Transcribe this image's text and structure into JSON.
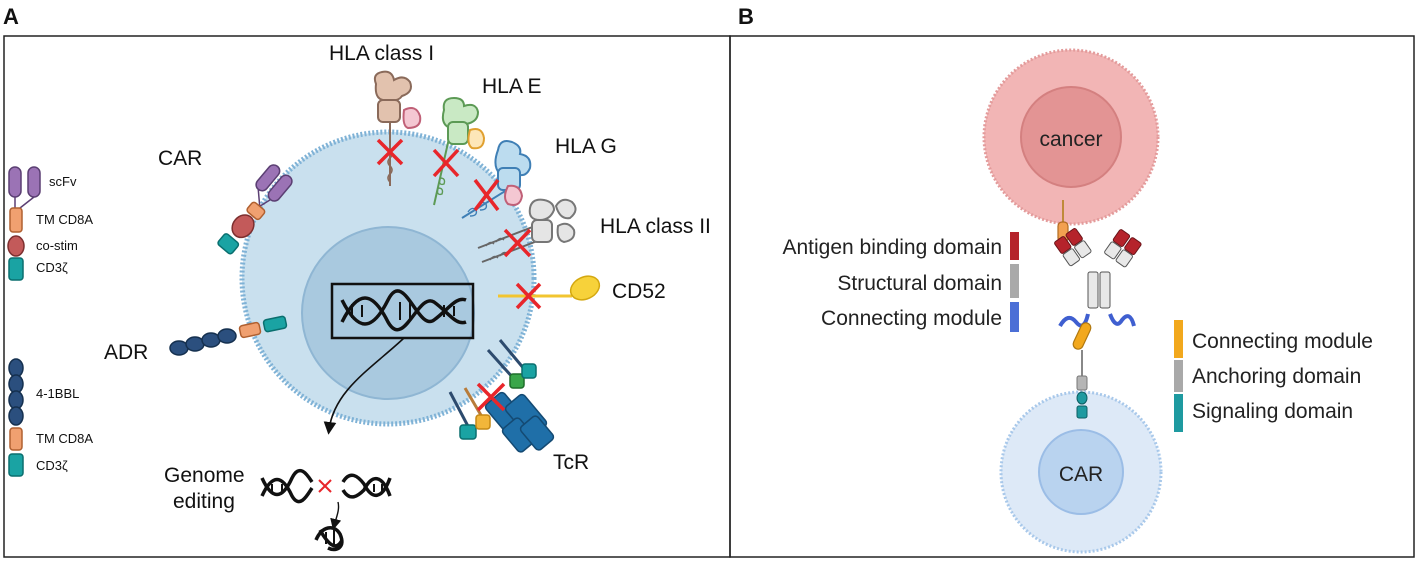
{
  "panels": [
    {
      "letter": "A",
      "cell_labels": {
        "hla_class_i": "HLA class I",
        "hla_e": "HLA E",
        "hla_g": "HLA G",
        "hla_class_ii": "HLA class II",
        "cd52": "CD52",
        "car": "CAR",
        "adr": "ADR",
        "tcr": "TcR",
        "genome_editing_line1": "Genome",
        "genome_editing_line2": "editing"
      },
      "legend_car": [
        "scFv",
        "TM CD8A",
        "co-stim",
        "CD3ζ"
      ],
      "legend_adr": [
        "4-1BBL",
        "TM CD8A",
        "CD3ζ"
      ]
    },
    {
      "letter": "B",
      "cell_labels": {
        "target_cell": "cancer",
        "effector_cell": "CAR"
      },
      "legend_left": [
        {
          "label": "Antigen binding domain",
          "color": "#b5232b"
        },
        {
          "label": "Structural domain",
          "color": "#a9a9a9"
        },
        {
          "label": "Connecting module",
          "color": "#4b6fd6"
        }
      ],
      "legend_right": [
        {
          "label": "Connecting module",
          "color": "#f2a81d"
        },
        {
          "label": "Anchoring domain",
          "color": "#a9a9a9"
        },
        {
          "label": "Signaling domain",
          "color": "#1e9aa0"
        }
      ]
    }
  ],
  "colors": {
    "knockout_cross": "#e8262b",
    "cell_fill": "#c9e0ee",
    "nucleus_fill": "#a9c9df",
    "cancer_fill": "#f2b5b5",
    "car_cell_fill": "#dde9f7"
  }
}
